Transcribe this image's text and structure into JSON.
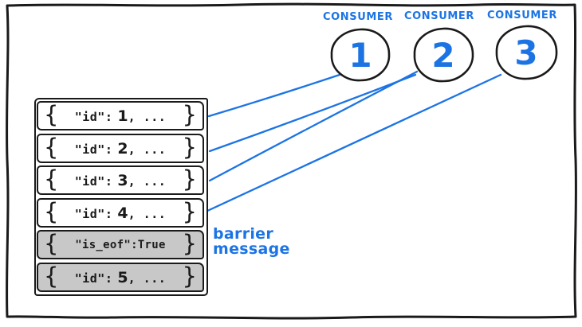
{
  "colors": {
    "accent_blue": "#1c74e4",
    "barrier_gray": "#c8c8c8",
    "ink_black": "#1a1a1a"
  },
  "consumers": [
    {
      "label": "CONSUMER",
      "number": "1"
    },
    {
      "label": "CONSUMER",
      "number": "2"
    },
    {
      "label": "CONSUMER",
      "number": "3"
    }
  ],
  "queue": {
    "brace_open": "{",
    "brace_close": "}",
    "messages": [
      {
        "key": "\"id\":",
        "value": "1",
        "suffix": ", ..."
      },
      {
        "key": "\"id\":",
        "value": "2",
        "suffix": ", ..."
      },
      {
        "key": "\"id\":",
        "value": "3",
        "suffix": ", ..."
      },
      {
        "key": "\"id\":",
        "value": "4",
        "suffix": ", ..."
      },
      {
        "text": "\"is_eof\":True",
        "is_barrier": true
      },
      {
        "key": "\"id\":",
        "value": "5",
        "suffix": ", ..."
      }
    ]
  },
  "annotation": {
    "line1": "barrier",
    "line2": "message"
  },
  "connections": [
    {
      "from": "message-1",
      "to": "consumer-1"
    },
    {
      "from": "message-2",
      "to": "consumer-2"
    },
    {
      "from": "message-3",
      "to": "consumer-2"
    },
    {
      "from": "message-4",
      "to": "consumer-3"
    }
  ]
}
